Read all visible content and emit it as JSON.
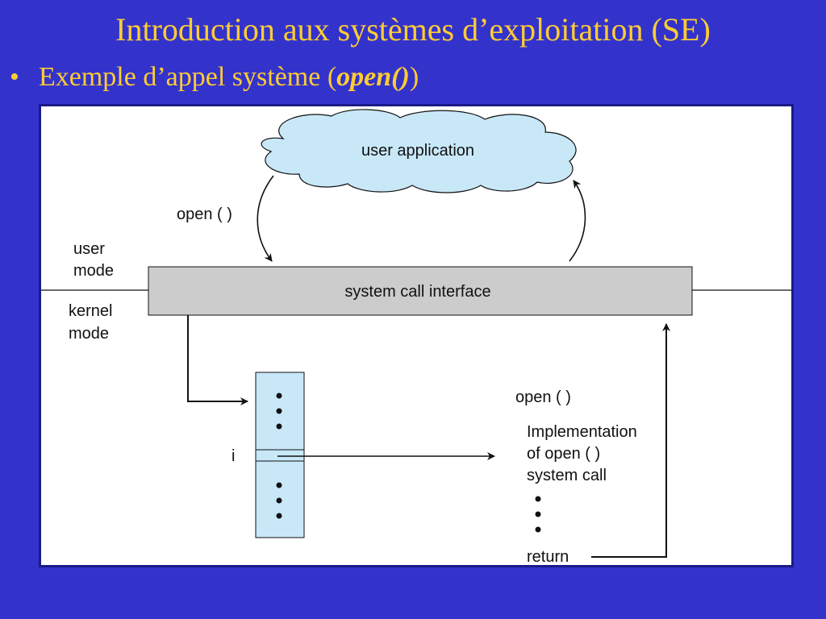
{
  "slide": {
    "title": "Introduction aux systèmes d’exploitation (SE)",
    "bullet_prefix": "Exemple d’appel système (",
    "bullet_emphasis": "open()",
    "bullet_suffix": ")"
  },
  "diagram": {
    "cloud_label": "user application",
    "open_call_label": "open ( )",
    "user_mode_label": [
      "user",
      "mode"
    ],
    "kernel_mode_label": [
      "kernel",
      "mode"
    ],
    "interface_label": "system call interface",
    "table_index_label": "i",
    "impl_title": "open ( )",
    "impl_lines": [
      "Implementation",
      "of open ( )",
      "system call"
    ],
    "return_label": "return",
    "colors": {
      "background": "#3333cc",
      "title": "#ffcc33",
      "cloud_fill": "#c8e8f8",
      "interface_fill": "#cccccc",
      "table_fill": "#c8e8f8"
    }
  }
}
